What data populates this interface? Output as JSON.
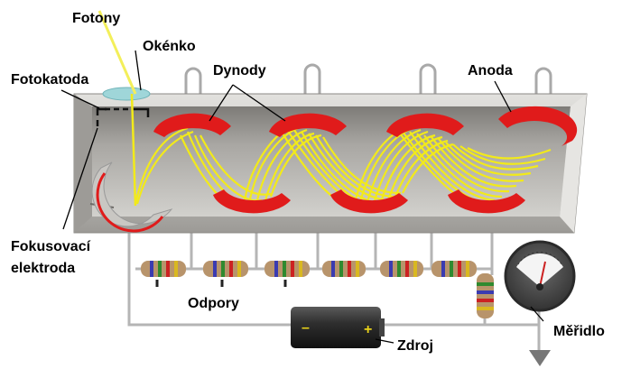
{
  "labels": {
    "photons": "Fotony",
    "window": "Okénko",
    "photocathode": "Fotokatoda",
    "dynodes": "Dynody",
    "anode": "Anoda",
    "focusing_electrode_line1": "Fokusovací",
    "focusing_electrode_line2": "elektroda",
    "resistors": "Odpory",
    "meter": "Měřidlo",
    "source": "Zdroj",
    "battery_minus": "–",
    "battery_plus": "+"
  },
  "colors": {
    "tube_body": "#c9c8c4",
    "tube_dark": "#8e8c88",
    "dynode_red": "#e01b1b",
    "electron_yellow": "#f2ea1a",
    "wire": "#b9b9b9",
    "battery": "#333333",
    "meter_face": "#555555"
  }
}
